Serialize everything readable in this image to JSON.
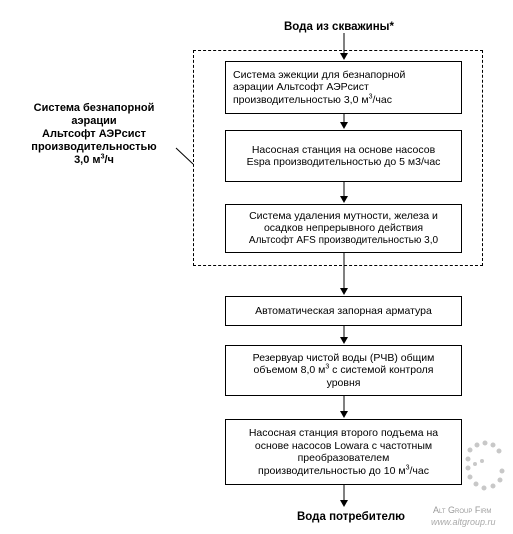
{
  "source_label": "Вода из скважины*",
  "consumer_label": "Вода потребителю",
  "system_label": {
    "lines": [
      "Система безнапорной",
      "аэрации",
      "Альтсофт  АЭРсист",
      "производительностью",
      "3,0 м³/ч"
    ]
  },
  "steps": [
    {
      "lines": [
        "Система эжекции для безнапорной",
        "аэрации Альтсофт АЭРсист",
        "производительностью 3,0 м³/час"
      ]
    },
    {
      "lines": [
        "Насосная станция на основе насосов",
        "Espa производительностью до 5 м3/час"
      ]
    },
    {
      "lines": [
        "Система удаления мутности, железа и",
        "осадков непрерывного действия",
        "Альтсофт AFS производительностью 3,0"
      ]
    },
    {
      "lines": [
        "Автоматическая запорная арматура"
      ]
    },
    {
      "lines": [
        "Резервуар чистой воды (РЧВ) общим",
        "объемом 8,0 м³ с системой контроля",
        "уровня"
      ]
    },
    {
      "lines": [
        "Насосная станция второго подъема на",
        "основе насосов Lowara с частотным",
        "преобразователем",
        "производительностью до 10 м³/час"
      ]
    }
  ],
  "watermark": {
    "brand": "Alt Group Firm",
    "url": "www.altgroup.ru"
  }
}
